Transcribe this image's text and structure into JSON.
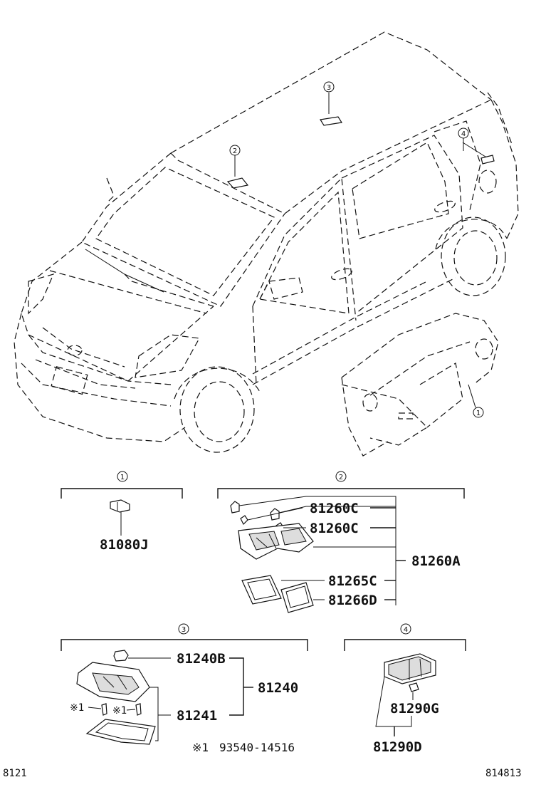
{
  "callouts": {
    "c1": "1",
    "c2": "2",
    "c3": "3",
    "c4": "4"
  },
  "parts": {
    "p81080J": "81080J",
    "p81260C_a": "81260C",
    "p81260C_b": "81260C",
    "p81260A": "81260A",
    "p81265C": "81265C",
    "p81266D": "81266D",
    "p81240B": "81240B",
    "p81240": "81240",
    "p81241": "81241",
    "p81290G": "81290G",
    "p81290D": "81290D"
  },
  "notes": {
    "screw_mark_a": "※1",
    "screw_mark_b": "※1",
    "footnote_mark": "※1",
    "footnote_part": "93540-14516"
  },
  "footer": {
    "left_code": "8121",
    "right_code": "814813"
  }
}
